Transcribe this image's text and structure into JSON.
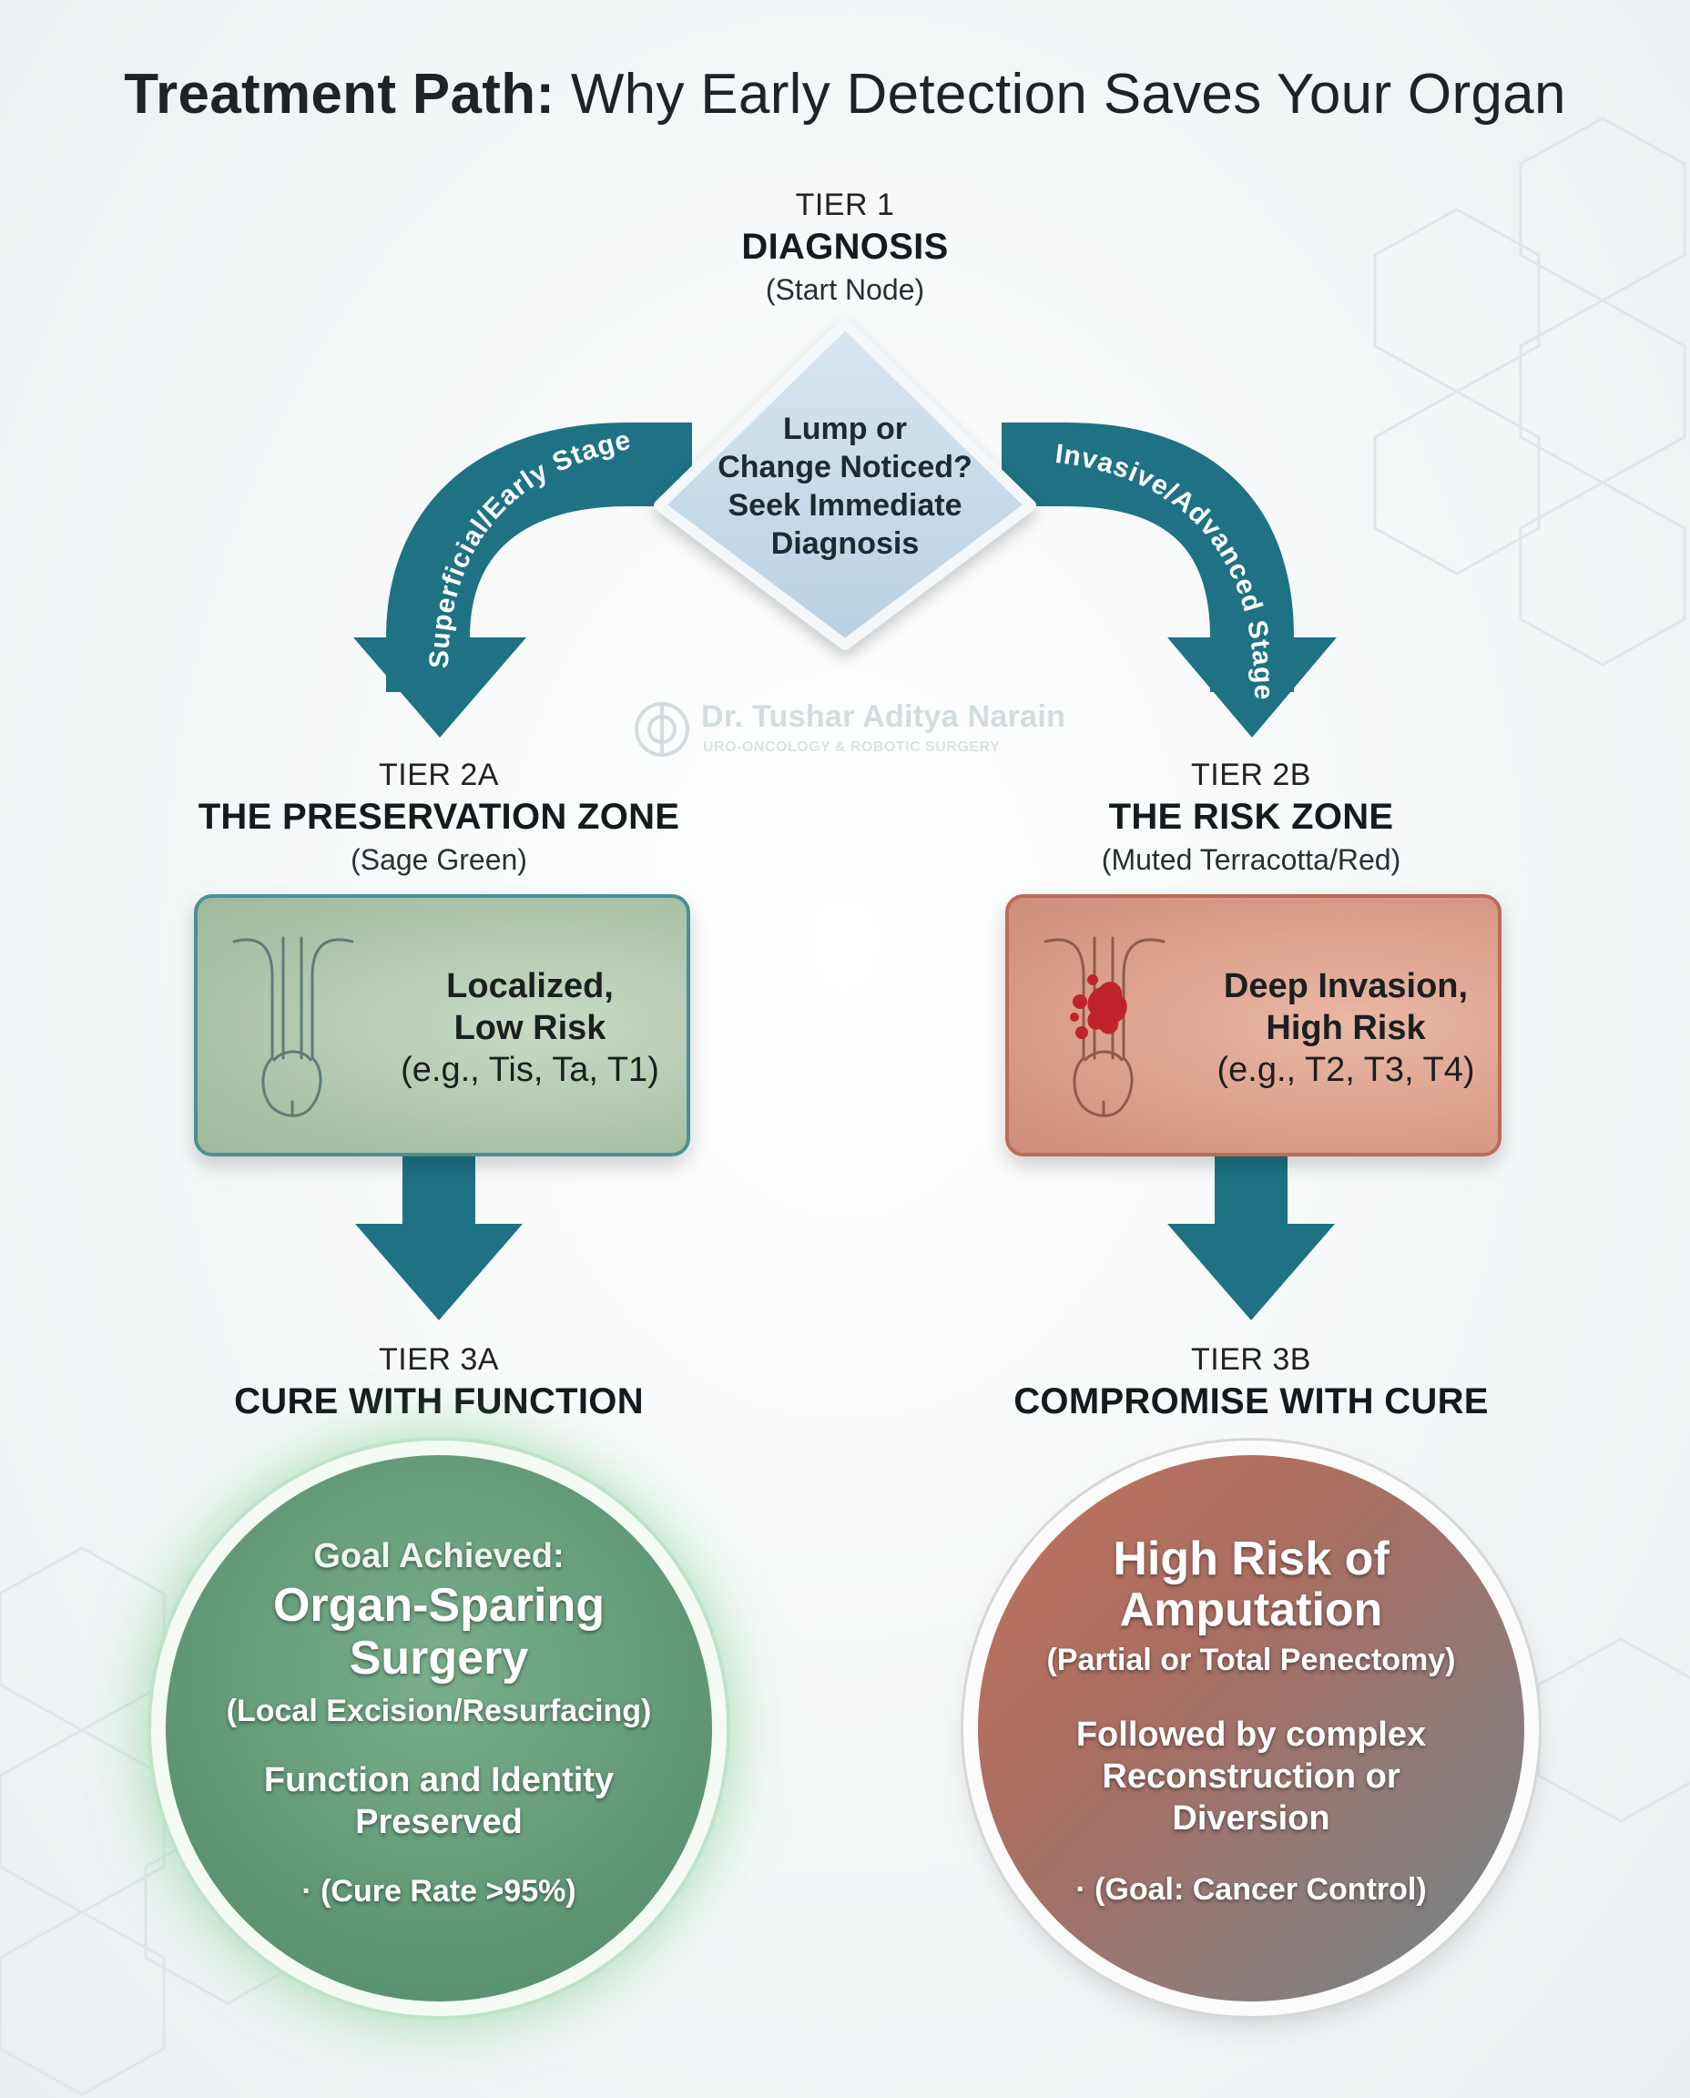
{
  "title_bold": "Treatment Path:",
  "title_rest": " Why Early Detection Saves Your Organ",
  "tier1": {
    "num": "TIER 1",
    "name": "DIAGNOSIS",
    "sub": "(Start Node)"
  },
  "diamond": {
    "lines": [
      "Lump or",
      "Change Noticed?",
      "Seek Immediate",
      "Diagnosis"
    ]
  },
  "branch_left": "Superficial/Early Stage",
  "branch_right": "Invasive/Advanced Stage",
  "watermark": {
    "name": "Dr. Tushar Aditya Narain",
    "sub": "URO-ONCOLOGY & ROBOTIC SURGERY"
  },
  "tier2a": {
    "num": "TIER 2A",
    "name": "THE PRESERVATION ZONE",
    "sub": "(Sage Green)",
    "box_line1": "Localized,",
    "box_line2": "Low Risk",
    "box_line3": "(e.g., Tis, Ta, T1)",
    "color": "#a9c3a7"
  },
  "tier2b": {
    "num": "TIER 2B",
    "name": "THE RISK ZONE",
    "sub": "(Muted Terracotta/Red)",
    "box_line1": "Deep Invasion,",
    "box_line2": "High Risk",
    "box_line3": "(e.g., T2, T3, T4)",
    "color": "#d79a86"
  },
  "tier3a": {
    "num": "TIER 3A",
    "name": "CURE WITH FUNCTION",
    "c_line1": "Goal Achieved:",
    "c_line2": "Organ-Sparing",
    "c_line3": "Surgery",
    "c_line4": "(Local Excision/Resurfacing)",
    "c_line5": "Function and Identity",
    "c_line6": "Preserved",
    "c_line7": "· (Cure Rate >95%)"
  },
  "tier3b": {
    "num": "TIER 3B",
    "name": "COMPROMISE WITH CURE",
    "c_line1": "High Risk of",
    "c_line2": "Amputation",
    "c_line3": "(Partial or Total Penectomy)",
    "c_line4": "Followed by complex",
    "c_line5": "Reconstruction or",
    "c_line6": "Diversion",
    "c_line7": "· (Goal: Cancer Control)"
  },
  "colors": {
    "arrow": "#1e7284",
    "diamond_fill": "#c6dbea",
    "preserve_border": "#4d8f92",
    "risk_border": "#b96c57",
    "tumor": "#c0242a"
  },
  "icons": [
    "organ-outline-icon",
    "organ-tumor-icon",
    "watermark-logo-icon"
  ]
}
